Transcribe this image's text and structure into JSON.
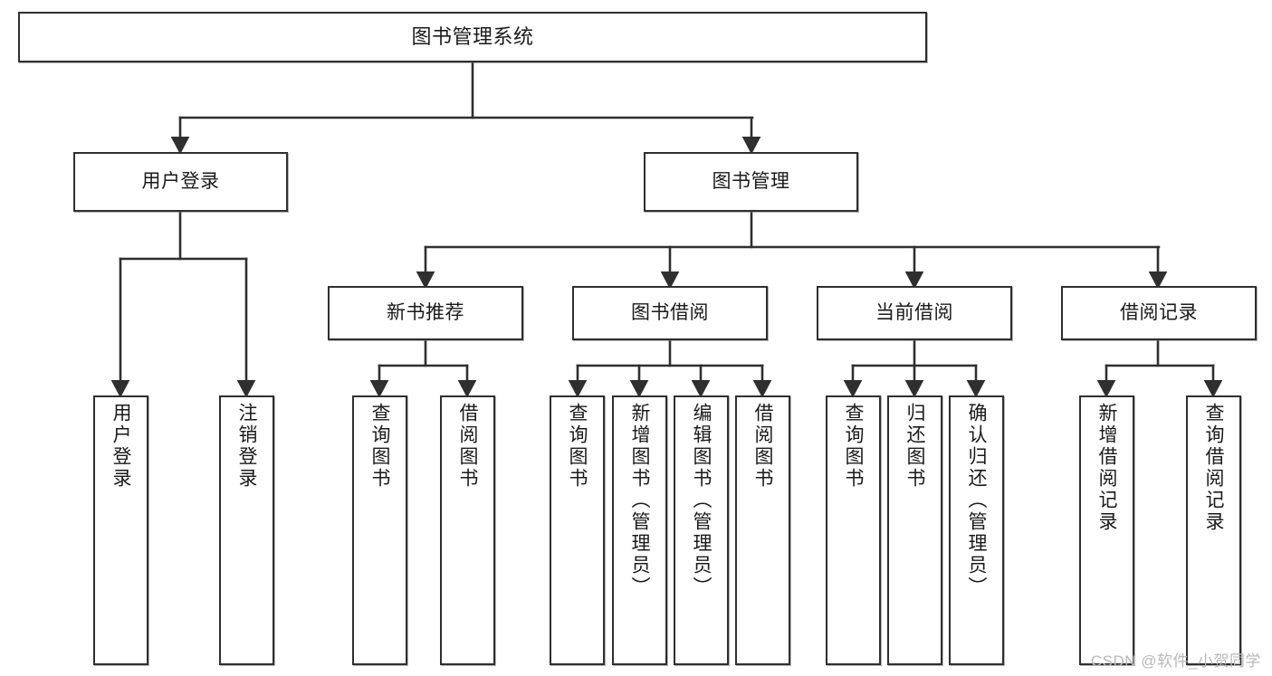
{
  "diagram": {
    "title": "图书管理系统",
    "type": "tree",
    "orientation": "top-down",
    "colors": {
      "box_border": "#2f2f2f",
      "box_fill": "#ffffff",
      "edge": "#2f2f2f",
      "text": "#1a1a1a",
      "watermark": "#b8b8b8",
      "background": "#ffffff"
    },
    "nodes": {
      "root": {
        "label": "图书管理系统",
        "level": 1
      },
      "level2": [
        {
          "id": "user-login",
          "label": "用户登录"
        },
        {
          "id": "book-manage",
          "label": "图书管理"
        }
      ],
      "level3": [
        {
          "id": "new-book-recommend",
          "label": "新书推荐"
        },
        {
          "id": "book-borrow",
          "label": "图书借阅"
        },
        {
          "id": "current-borrow",
          "label": "当前借阅"
        },
        {
          "id": "borrow-record",
          "label": "借阅记录"
        }
      ],
      "leaves": {
        "user-login": [
          {
            "id": "leaf-user-login",
            "label": "用户登录"
          },
          {
            "id": "leaf-logout-login",
            "label": "注销登录"
          }
        ],
        "new-book-recommend": [
          {
            "id": "leaf-query-book-1",
            "label": "查询图书"
          },
          {
            "id": "leaf-borrow-book-1",
            "label": "借阅图书"
          }
        ],
        "book-borrow": [
          {
            "id": "leaf-query-book-2",
            "label": "查询图书"
          },
          {
            "id": "leaf-add-book",
            "label": "新增图书（管理员）"
          },
          {
            "id": "leaf-edit-book",
            "label": "编辑图书（管理员）"
          },
          {
            "id": "leaf-borrow-book-2",
            "label": "借阅图书"
          }
        ],
        "current-borrow": [
          {
            "id": "leaf-query-book-3",
            "label": "查询图书"
          },
          {
            "id": "leaf-return-book",
            "label": "归还图书"
          },
          {
            "id": "leaf-confirm-return",
            "label": "确认归还（管理员）"
          }
        ],
        "borrow-record": [
          {
            "id": "leaf-add-record",
            "label": "新增借阅记录"
          },
          {
            "id": "leaf-query-record",
            "label": "查询借阅记录"
          }
        ]
      }
    },
    "watermark": "CSDN @软件_小贺同学"
  }
}
